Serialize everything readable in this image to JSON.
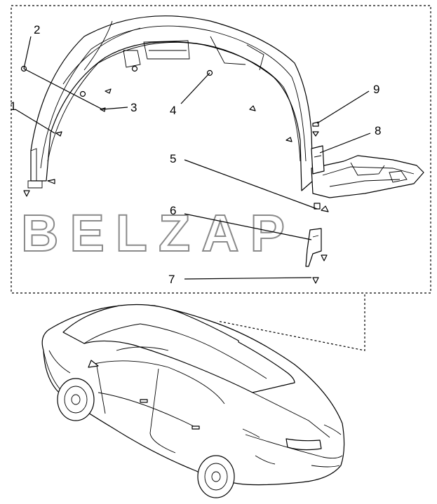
{
  "watermark": "BELZAP",
  "callouts": [
    {
      "label": "1"
    },
    {
      "label": "2"
    },
    {
      "label": "3"
    },
    {
      "label": "4"
    },
    {
      "label": "5"
    },
    {
      "label": "6"
    },
    {
      "label": "7"
    },
    {
      "label": "8"
    },
    {
      "label": "9"
    }
  ]
}
